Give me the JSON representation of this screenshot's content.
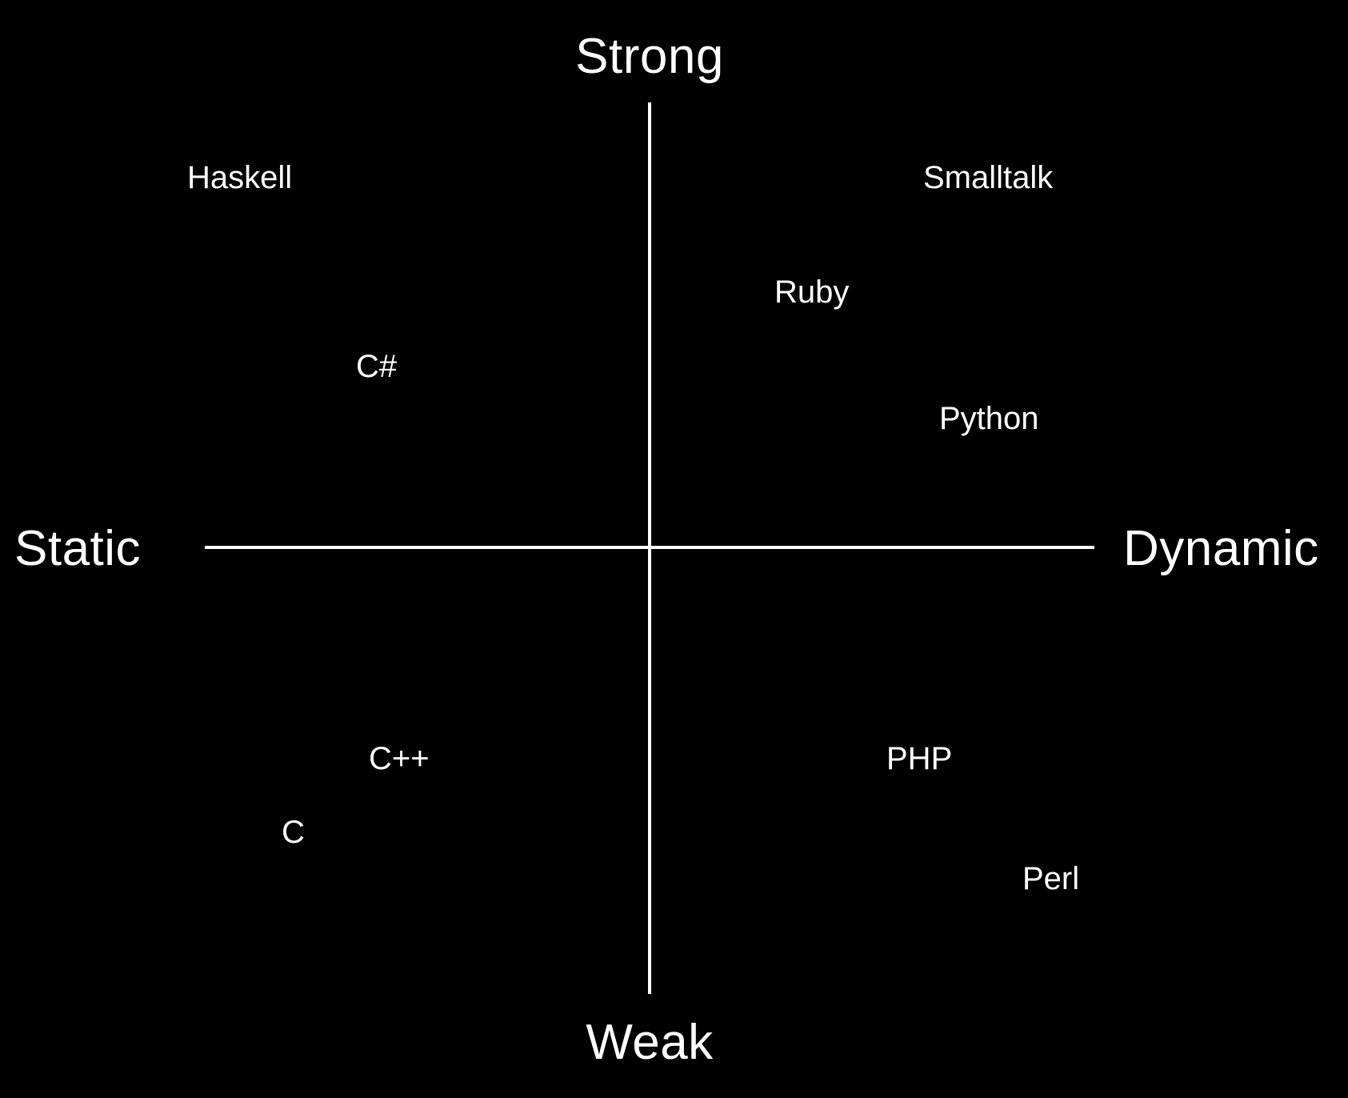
{
  "colors": {
    "background": "#000000",
    "foreground": "#ffffff"
  },
  "axes": {
    "top": "Strong",
    "bottom": "Weak",
    "left": "Static",
    "right": "Dynamic"
  },
  "languages": [
    {
      "id": "haskell",
      "label": "Haskell"
    },
    {
      "id": "smalltalk",
      "label": "Smalltalk"
    },
    {
      "id": "ruby",
      "label": "Ruby"
    },
    {
      "id": "csharp",
      "label": "C#"
    },
    {
      "id": "python",
      "label": "Python"
    },
    {
      "id": "cpp",
      "label": "C++"
    },
    {
      "id": "php",
      "label": "PHP"
    },
    {
      "id": "c",
      "label": "C"
    },
    {
      "id": "perl",
      "label": "Perl"
    }
  ]
}
